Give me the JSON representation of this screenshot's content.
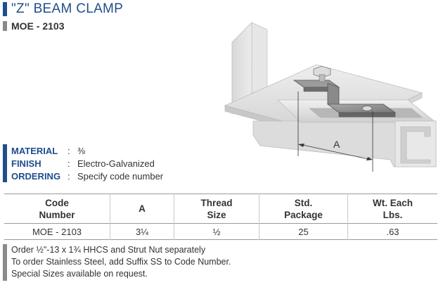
{
  "header": {
    "title": "\"Z\" BEAM CLAMP",
    "subtitle": "MOE - 2103"
  },
  "illustration": {
    "dimension_label": "A"
  },
  "specs": [
    {
      "label": "MATERIAL",
      "value": "⅜"
    },
    {
      "label": "FINISH",
      "value": "Electro-Galvanized"
    },
    {
      "label": "ORDERING",
      "value": "Specify code number"
    }
  ],
  "table": {
    "headers": [
      {
        "line1": "Code",
        "line2": "Number"
      },
      {
        "line1": "A",
        "line2": ""
      },
      {
        "line1": "Thread",
        "line2": "Size"
      },
      {
        "line1": "Std.",
        "line2": "Package"
      },
      {
        "line1": "Wt. Each",
        "line2": "Lbs."
      }
    ],
    "rows": [
      [
        "MOE - 2103",
        "3¼",
        "½",
        "25",
        ".63"
      ]
    ]
  },
  "notes": [
    "Order ½\"-13 x 1¾ HHCS and Strut Nut separately",
    "To order Stainless Steel, add Suffix SS to Code Number.",
    "Special Sizes available on request."
  ],
  "colors": {
    "accent_blue": "#1f4e8c",
    "accent_gray": "#8a8a8a"
  }
}
